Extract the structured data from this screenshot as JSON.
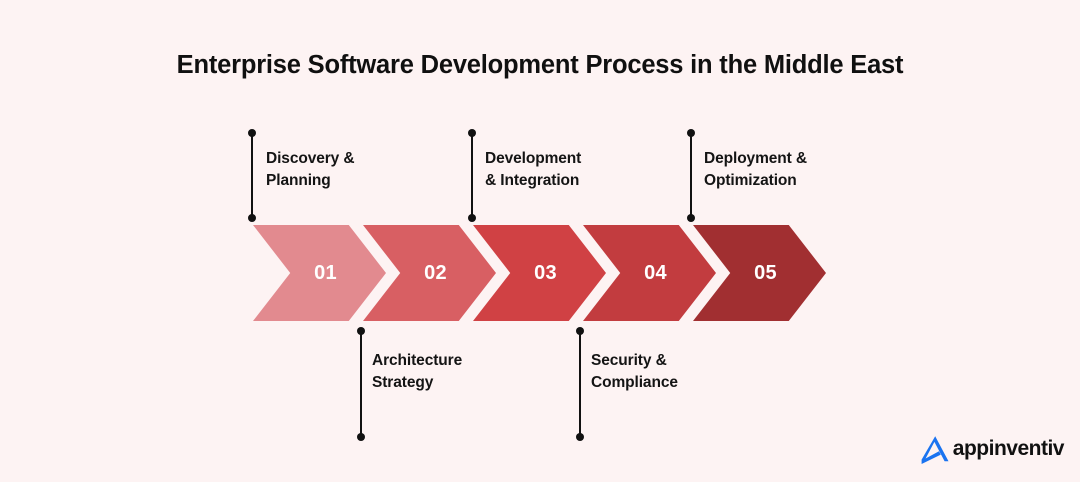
{
  "page": {
    "title": "Enterprise Software Development Process in the Middle East",
    "background_color": "#FDF3F3"
  },
  "chart_data": {
    "type": "diagram",
    "subtype": "chevron-process-flow",
    "title": "Enterprise Software Development Process in the Middle East",
    "orientation": "horizontal",
    "direction": "left-to-right",
    "label_alternation": "odd steps above, even steps below",
    "steps": [
      {
        "number": "01",
        "label": "Discovery &\nPlanning",
        "color": "#E28A8F",
        "label_position": "top"
      },
      {
        "number": "02",
        "label": "Architecture\nStrategy",
        "color": "#D85F63",
        "label_position": "bottom"
      },
      {
        "number": "03",
        "label": "Development\n& Integration",
        "color": "#D04144",
        "label_position": "top"
      },
      {
        "number": "04",
        "label": "Security &\nCompliance",
        "color": "#C23C3F",
        "label_position": "bottom"
      },
      {
        "number": "05",
        "label": "Deployment &\nOptimization",
        "color": "#A12F31",
        "label_position": "top"
      }
    ]
  },
  "brand": {
    "name": "appinventiv",
    "mark_color": "#1A73F0",
    "text_color": "#111111"
  }
}
